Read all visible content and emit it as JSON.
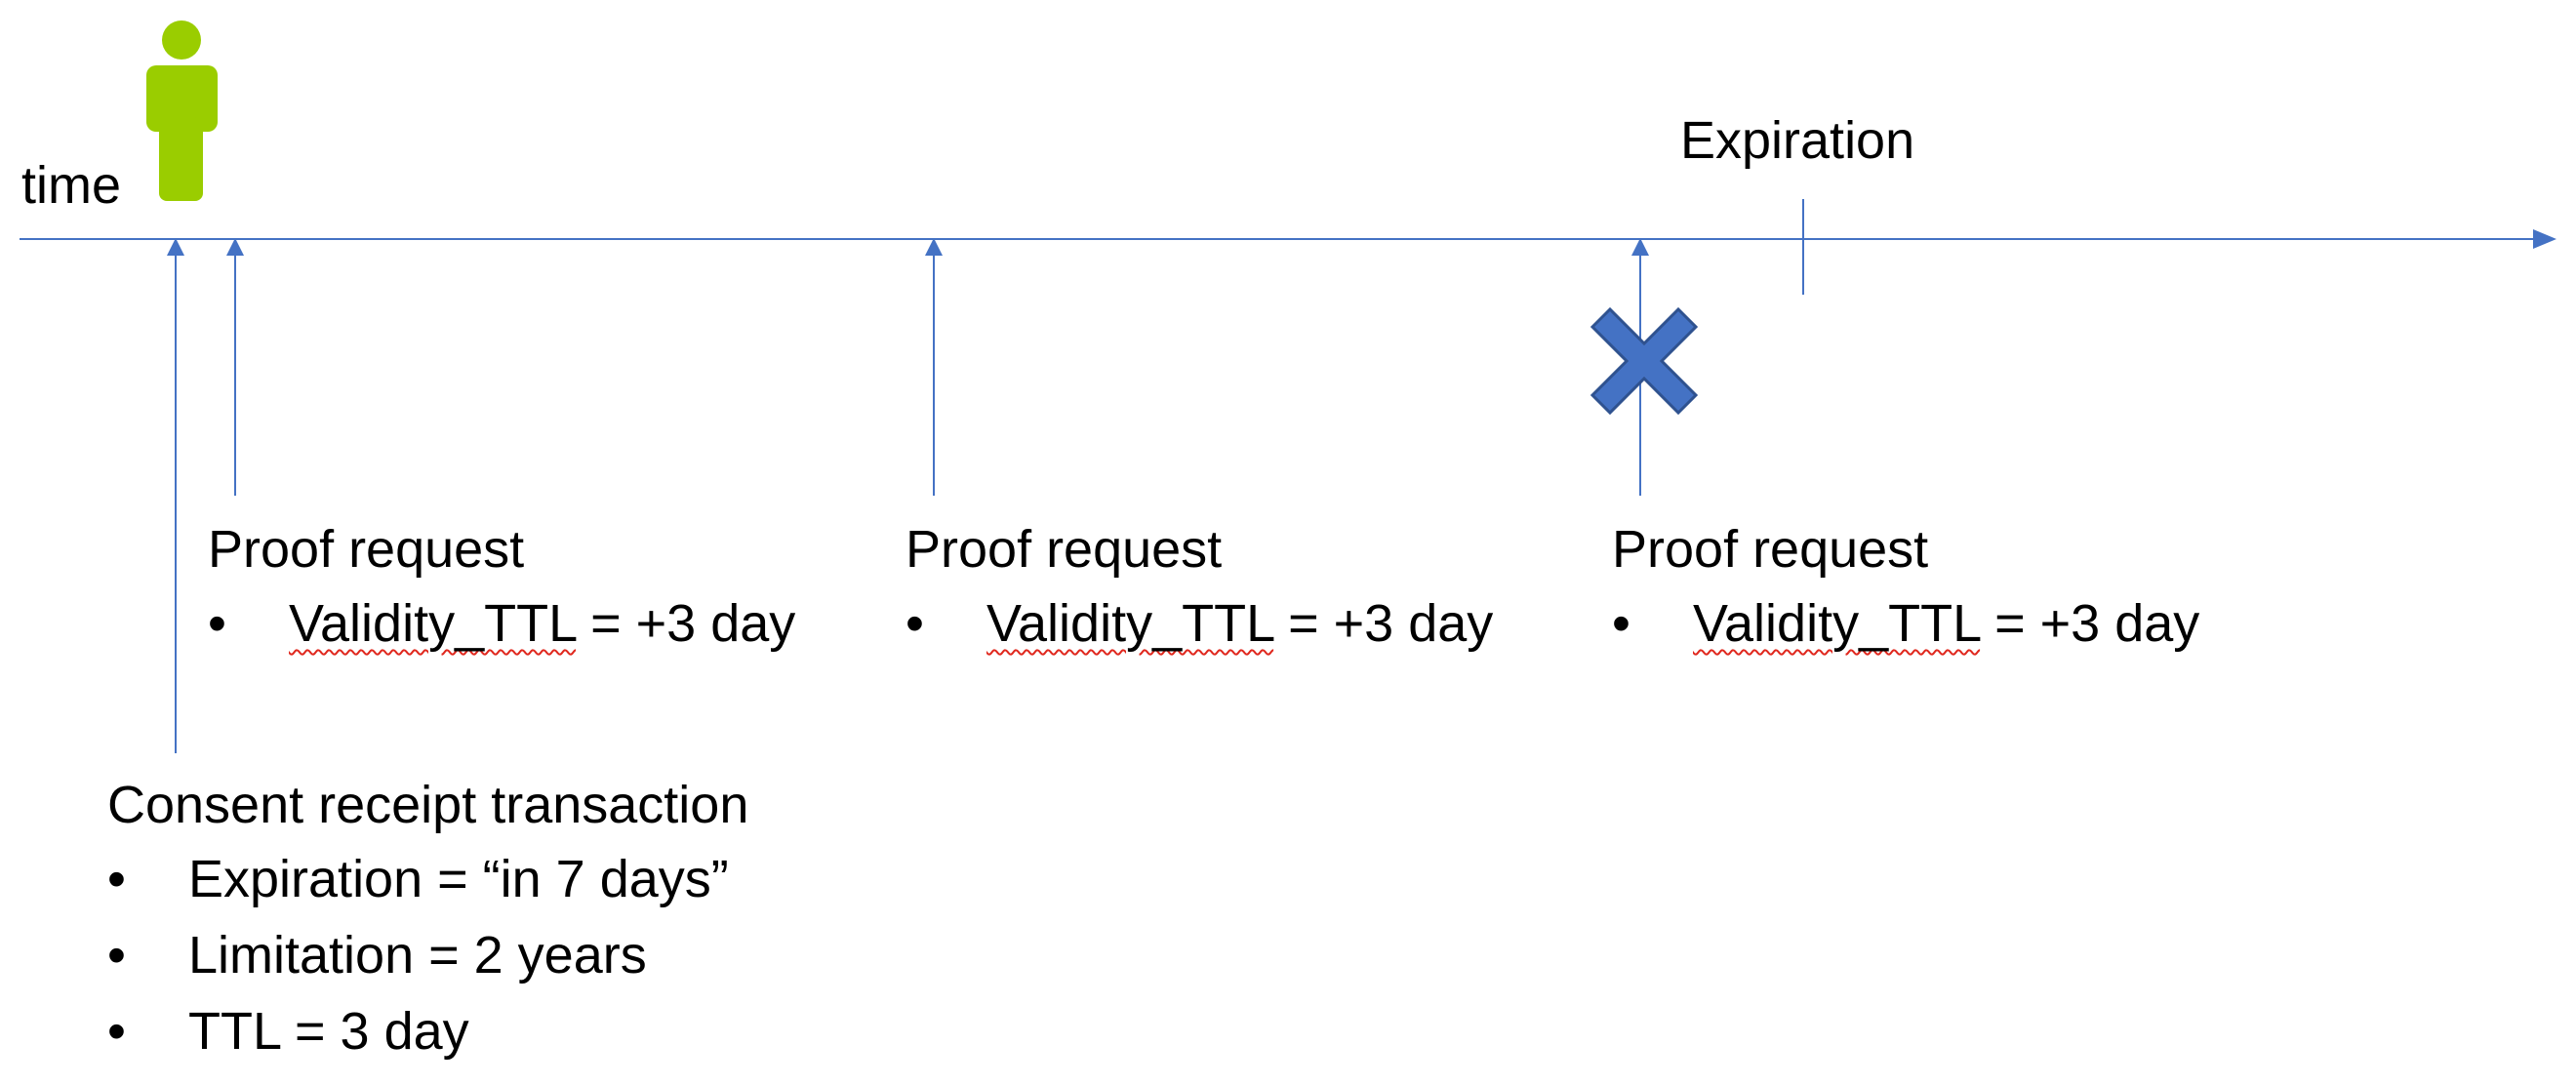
{
  "labels": {
    "time": "time",
    "expiration": "Expiration"
  },
  "proof_requests": [
    {
      "title": "Proof request",
      "bullet": "•",
      "validity_key": "Validity_TTL",
      "validity_value": " = +3 day",
      "rejected": false
    },
    {
      "title": "Proof request",
      "bullet": "•",
      "validity_key": "Validity_TTL",
      "validity_value": " = +3 day",
      "rejected": false
    },
    {
      "title": "Proof request",
      "bullet": "•",
      "validity_key": "Validity_TTL",
      "validity_value": " = +3 day",
      "rejected": true
    }
  ],
  "consent_receipt": {
    "title": "Consent receipt transaction",
    "bullet": "•",
    "items": [
      "Expiration = “in 7 days”",
      "Limitation = 2 years",
      "TTL = 3 day"
    ]
  },
  "icons": {
    "person": "person-icon",
    "reject": "cross-icon"
  },
  "colors": {
    "line": "#4472c4",
    "person": "#9acd00",
    "cross_fill": "#4472c4",
    "cross_stroke": "#2f528f",
    "squiggle": "#e0281e",
    "text": "#000000"
  }
}
